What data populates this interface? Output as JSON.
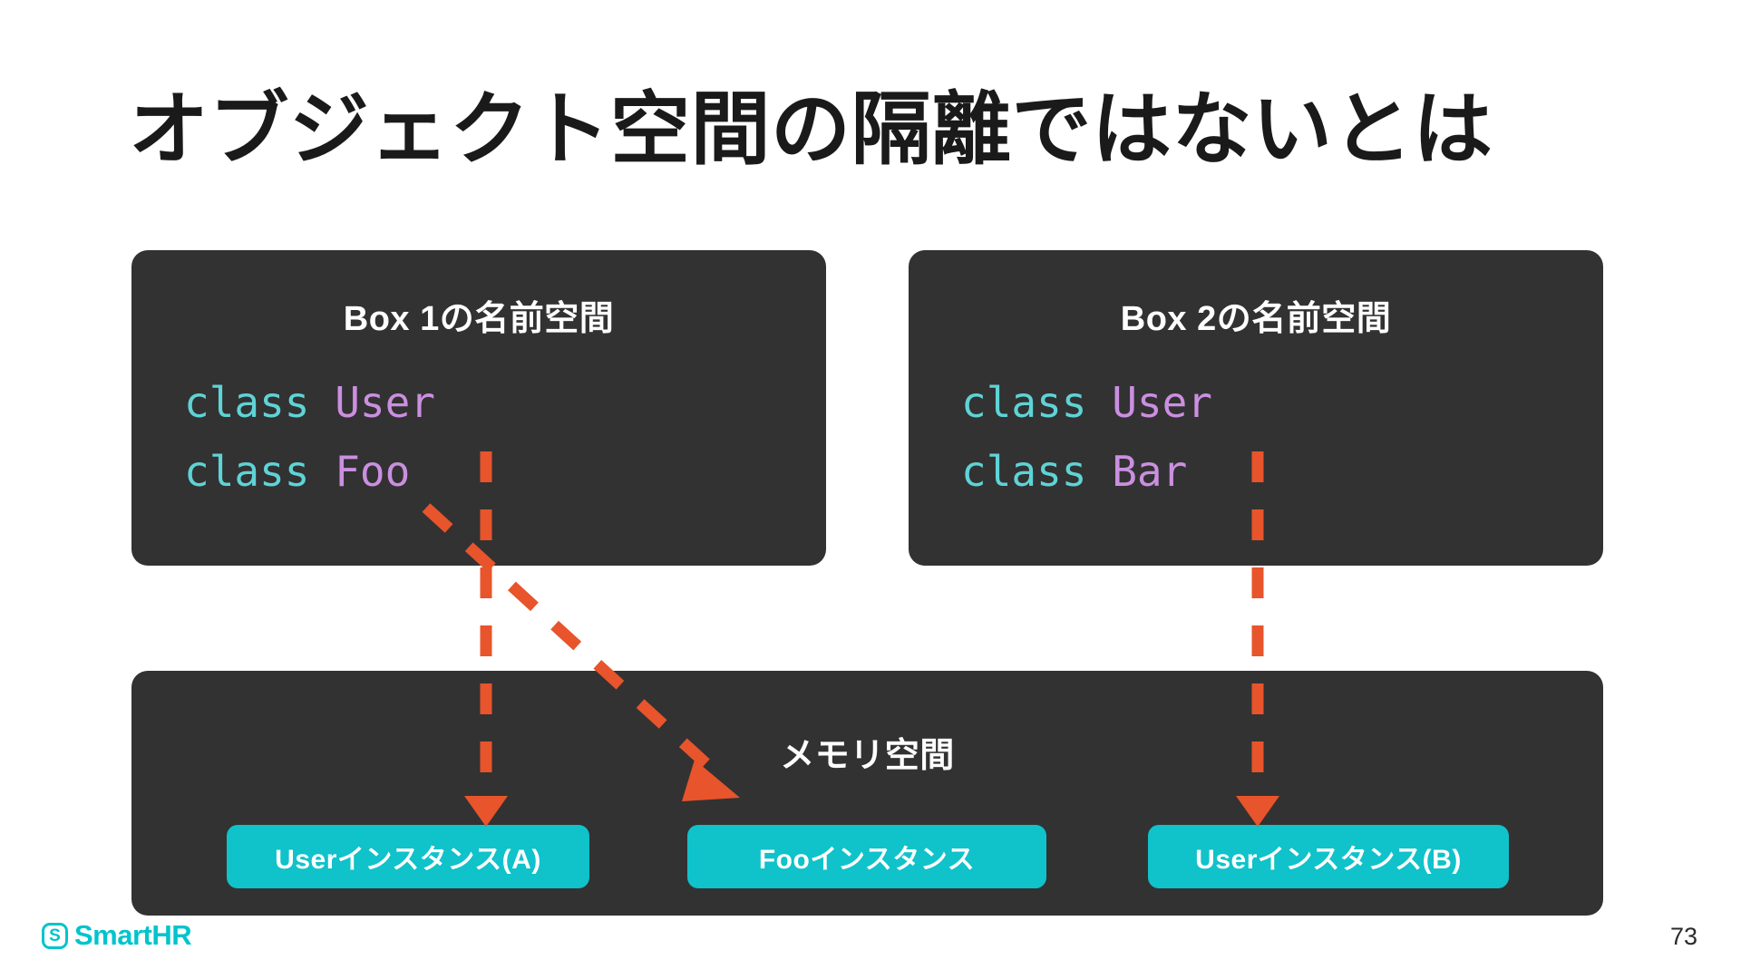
{
  "slide": {
    "title": "オブジェクト空間の隔離ではないとは",
    "page_number": "73",
    "background_color": "#ffffff",
    "title_color": "#1a1a1a"
  },
  "colors": {
    "box_dark": "#323232",
    "chip_teal": "#10c2ca",
    "arrow_orange": "#e8542b",
    "code_keyword": "#5fd3d6",
    "code_classname": "#cb8fe0",
    "brand_teal": "#00c4cc"
  },
  "boxes": [
    {
      "id": "box1",
      "heading": "Box 1の名前空間",
      "code": [
        {
          "keyword": "class",
          "name": "User"
        },
        {
          "keyword": "class",
          "name": "Foo"
        }
      ]
    },
    {
      "id": "box2",
      "heading": "Box 2の名前空間",
      "code": [
        {
          "keyword": "class",
          "name": "User"
        },
        {
          "keyword": "class",
          "name": "Bar"
        }
      ]
    }
  ],
  "memory": {
    "heading": "メモリ空間",
    "instances": [
      {
        "id": "user-a",
        "label": "Userインスタンス(A)"
      },
      {
        "id": "foo",
        "label": "Fooインスタンス"
      },
      {
        "id": "user-b",
        "label": "Userインスタンス(B)"
      }
    ]
  },
  "arrows": [
    {
      "name": "box1-user-to-user-a",
      "from": "Box 1 class User",
      "to": "Userインスタンス(A)",
      "style": "dashed",
      "color": "#e8542b"
    },
    {
      "name": "box1-foo-to-foo",
      "from": "Box 1 class Foo",
      "to": "Fooインスタンス",
      "style": "dashed",
      "color": "#e8542b"
    },
    {
      "name": "box2-user-to-user-b",
      "from": "Box 2 class User",
      "to": "Userインスタンス(B)",
      "style": "dashed",
      "color": "#e8542b"
    }
  ],
  "footer": {
    "logo_mark": "Ⓢ",
    "logo_text": "SmartHR"
  }
}
